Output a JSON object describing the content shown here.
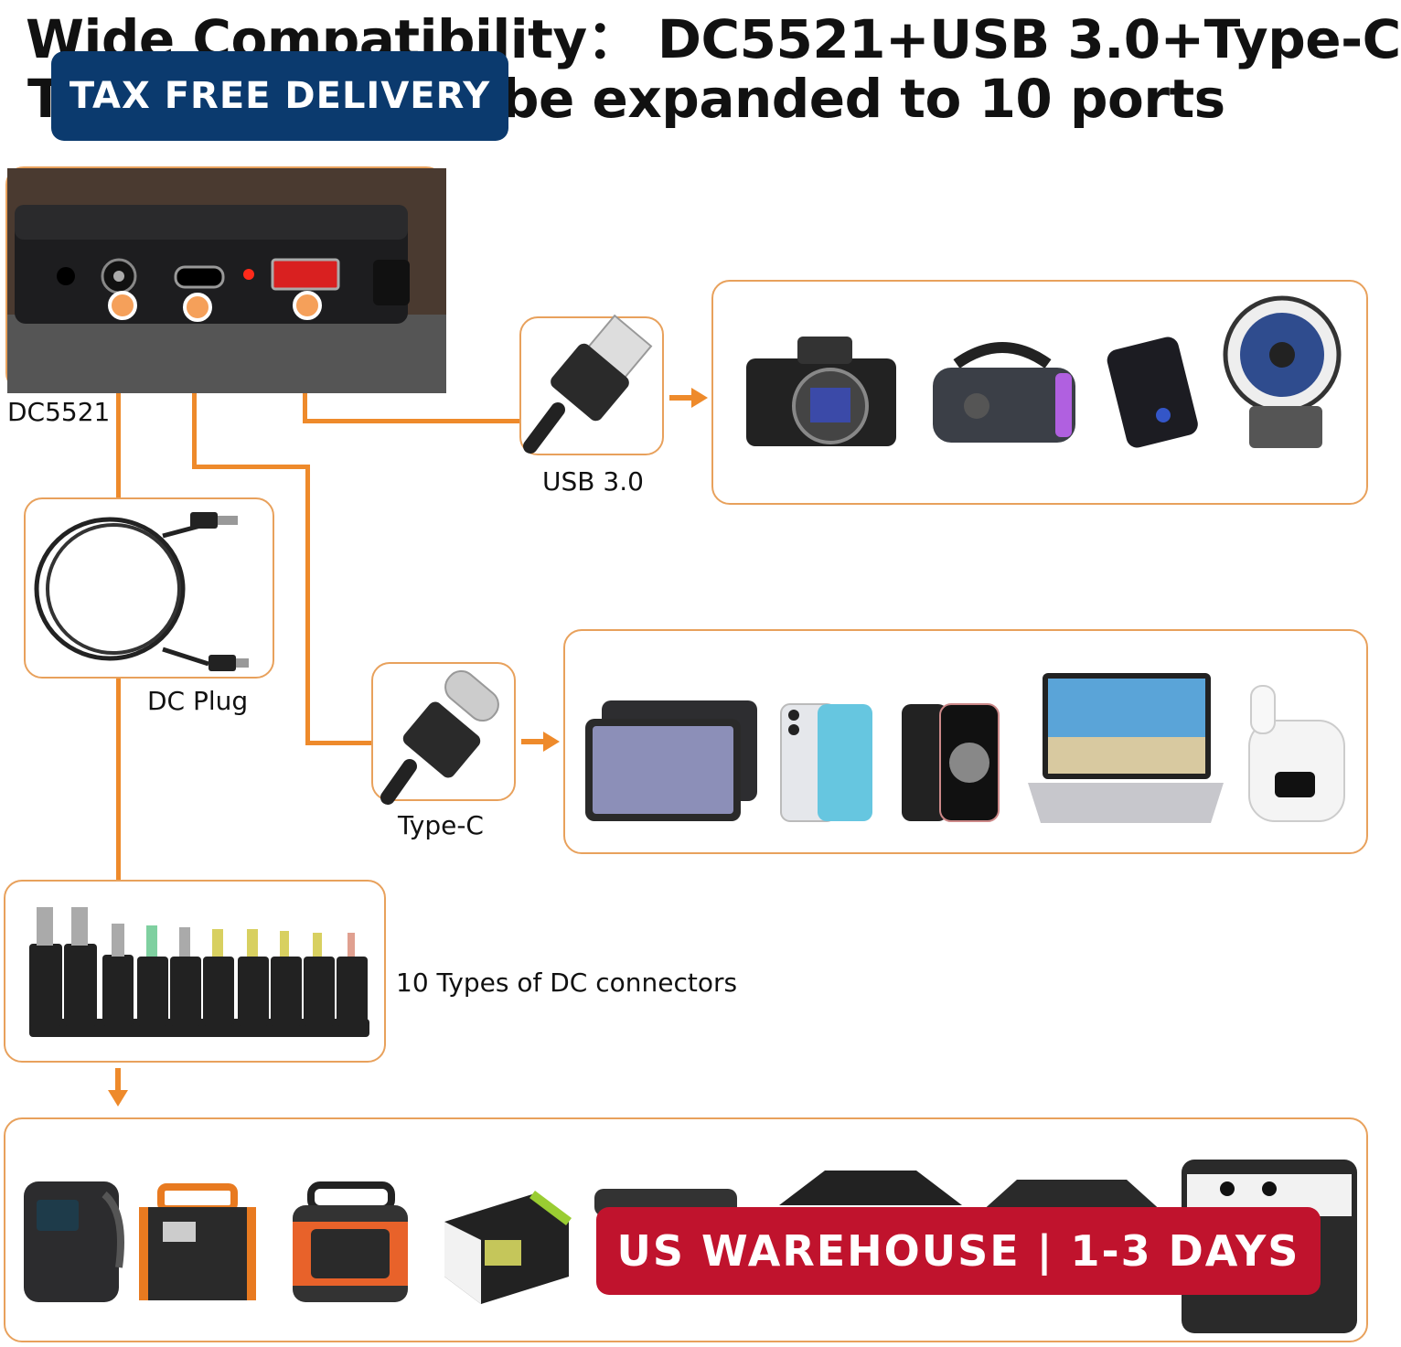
{
  "headline": {
    "line1": "Wide Compatibility：  DC5521+USB 3.0+Type-C",
    "line2_start": "T",
    "line2_end": "be expanded to 10 ports"
  },
  "badges": {
    "tax_free": "TAX FREE DELIVERY",
    "warehouse": "US WAREHOUSE | 1-3 DAYS"
  },
  "labels": {
    "dc5521": "DC5521",
    "usb": "USB 3.0",
    "dc_plug": "DC Plug",
    "type_c": "Type-C",
    "dc_connectors": "10 Types of DC connectors"
  },
  "colors": {
    "accent": "#ee8a2b",
    "box_border": "#e8a15c",
    "badge_blue": "#0b3a6e",
    "badge_red": "#c0132d"
  },
  "device_groups": {
    "usb_devices": [
      "camera-icon",
      "speaker-icon",
      "power-bank-icon",
      "fan-icon"
    ],
    "typec_devices": [
      "tablet-icon",
      "phone-icon",
      "phone-icon",
      "laptop-icon",
      "earbuds-icon"
    ],
    "dc_devices": [
      "power-station-icon",
      "power-station-icon",
      "power-station-icon",
      "power-station-icon",
      "cooler-icon",
      "cooler-icon",
      "cooler-icon"
    ]
  }
}
